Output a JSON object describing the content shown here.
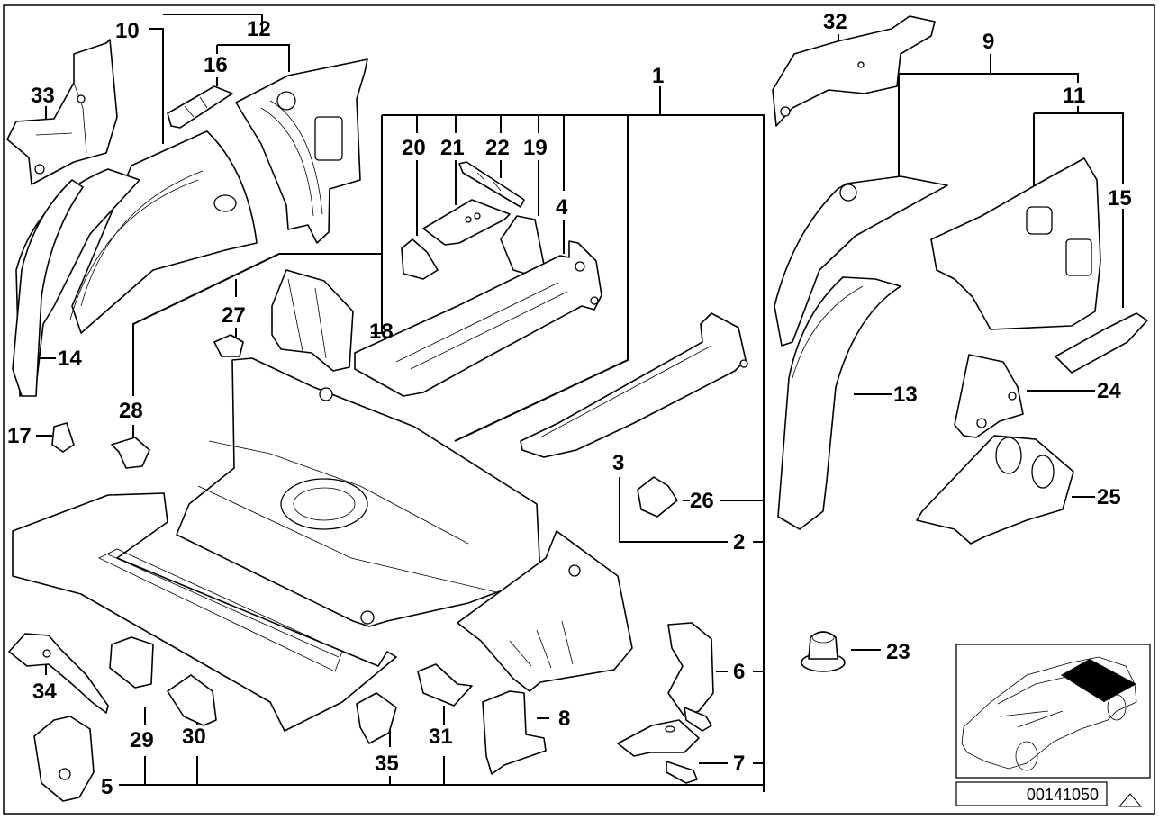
{
  "diagram": {
    "type": "exploded-parts-diagram",
    "subject": "Rear floor / wheel housing body panels",
    "reference_number": "00141050",
    "callouts": [
      "1",
      "2",
      "3",
      "4",
      "5",
      "6",
      "7",
      "8",
      "9",
      "10",
      "11",
      "12",
      "13",
      "14",
      "15",
      "16",
      "17",
      "18",
      "19",
      "20",
      "21",
      "22",
      "23",
      "24",
      "25",
      "26",
      "27",
      "28",
      "29",
      "30",
      "31",
      "32",
      "33",
      "34",
      "35"
    ],
    "groups": [
      {
        "parent": "1",
        "children": [
          "20",
          "21",
          "22",
          "19",
          "4",
          "18",
          "27",
          "28"
        ]
      },
      {
        "parent": "2",
        "children": [
          "3",
          "26"
        ]
      },
      {
        "parent": "5",
        "children": [
          "29",
          "30",
          "35",
          "31"
        ]
      },
      {
        "parent": "9",
        "children": [
          "11",
          "15"
        ]
      },
      {
        "parent": "10",
        "children": [
          "12",
          "16"
        ]
      },
      {
        "parent": "11",
        "children": [
          "15"
        ]
      }
    ]
  },
  "labels": {
    "l1": "1",
    "l2": "2",
    "l3": "3",
    "l4": "4",
    "l5": "5",
    "l6": "6",
    "l7": "7",
    "l8": "8",
    "l9": "9",
    "l10": "10",
    "l11": "11",
    "l12": "12",
    "l13": "13",
    "l14": "14",
    "l15": "15",
    "l16": "16",
    "l17": "17",
    "l18": "18",
    "l19": "19",
    "l20": "20",
    "l21": "21",
    "l22": "22",
    "l23": "23",
    "l24": "24",
    "l25": "25",
    "l26": "26",
    "l27": "27",
    "l28": "28",
    "l29": "29",
    "l30": "30",
    "l31": "31",
    "l32": "32",
    "l33": "33",
    "l34": "34",
    "l35": "35"
  },
  "inset": {
    "description": "Car outline with highlighted rear floor area",
    "ref_number": "00141050",
    "warning_symbol": "triangle"
  }
}
